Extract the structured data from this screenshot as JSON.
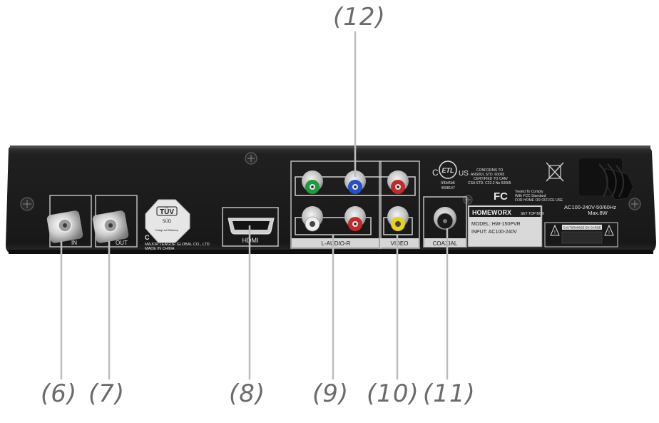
{
  "callouts": {
    "c6": "(6)",
    "c7": "(7)",
    "c8": "(8)",
    "c9": "(9)",
    "c10": "(10)",
    "c11": "(11)",
    "c12": "(12)"
  },
  "panel": {
    "ant_in": "IN",
    "ant_out": "OUT",
    "tuv_main": "TÜV",
    "tuv_sub": "SÜD",
    "tuv_small": "Design ad Efficiency",
    "maker_line1": "MAJOR LEAGUE GLOBAL CO., LTD",
    "maker_line2": "MADE IN CHINA",
    "maker_c": "C",
    "hdmi": "HDMI",
    "audio": "L-AUDIO-R",
    "video": "VIDEO",
    "coaxial": "COAXIAL",
    "etl_c": "C",
    "etl_us": "US",
    "etl_mark": "ETL",
    "intertek": "Intertek",
    "intertek_no": "4008147",
    "conform1": "CONFORMS TO",
    "conform2": "ANSI/UL STD. 60065",
    "conform3": "CERTIFIED TO CAN/",
    "conform4": "CSA STD. C22.2 No 60065",
    "fc": "FC",
    "fcc1": "Tested To Comply",
    "fcc2": "With FCC Standard",
    "fcc3": "FOR HOME OR OFFICE USE",
    "power1": "AC100-240V-50/60Hz",
    "power2": "Max.8W",
    "brand": "HOMEWORX",
    "brand_sub": "SET TOP BOX",
    "model": "MODEL: HW-150PVR",
    "input": "INPUT: AC100-240V",
    "caution": "CAUTION/MISE EN GARDE"
  },
  "colors": {
    "callout": "#6b6b6b",
    "chassis": "#1c1c1c",
    "label_silver": "#d9d9d9",
    "rca_green": "#1f9a3c",
    "rca_blue": "#2450c8",
    "rca_red": "#c42a2a",
    "rca_white": "#eeeeee",
    "rca_yellow": "#e6d21a"
  }
}
